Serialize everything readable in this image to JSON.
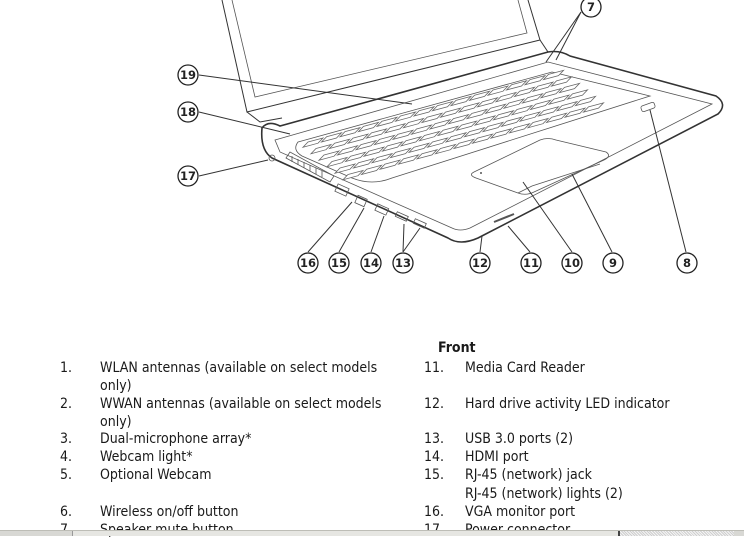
{
  "figure": {
    "callouts": [
      "7",
      "8",
      "9",
      "10",
      "11",
      "12",
      "13",
      "14",
      "15",
      "16",
      "17",
      "18",
      "19"
    ]
  },
  "section_heading": "Front",
  "left_items": [
    {
      "num": "1.",
      "label": "WLAN antennas (available on select models only)"
    },
    {
      "num": "2.",
      "label": "WWAN antennas (available on select models only)"
    },
    {
      "num": "3.",
      "label": "Dual-microphone array*"
    },
    {
      "num": "4.",
      "label": "Webcam light*"
    },
    {
      "num": "5.",
      "label": "Optional Webcam"
    },
    {
      "num": "6.",
      "label": "Wireless on/off button"
    },
    {
      "num": "7.",
      "label": "Speaker mute button"
    }
  ],
  "right_items": [
    {
      "num": "11.",
      "label": "Media Card Reader"
    },
    {
      "num": "12.",
      "label": "Hard drive activity LED indicator"
    },
    {
      "num": "13.",
      "label": "USB 3.0 ports (2)"
    },
    {
      "num": "14.",
      "label": "HDMI port"
    },
    {
      "num": "15.",
      "label": "RJ-45 (network) jack"
    },
    {
      "num": "",
      "label": "RJ-45 (network) lights (2)"
    },
    {
      "num": "16.",
      "label": "VGA monitor port"
    },
    {
      "num": "17.",
      "label": "Power connector"
    }
  ]
}
